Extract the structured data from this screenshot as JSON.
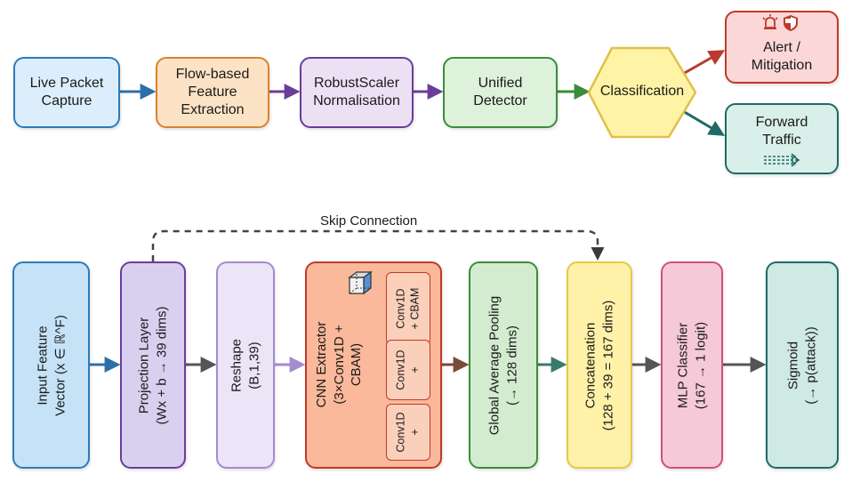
{
  "pipeline": {
    "live_capture": "Live Packet\nCapture",
    "feature_extraction": "Flow-based\nFeature\nExtraction",
    "normalisation": "RobustScaler\nNormalisation",
    "detector": "Unified\nDetector",
    "classification": "Classification",
    "alert": "Alert /\nMitigation",
    "forward": "Forward\nTraffic"
  },
  "model": {
    "skip_connection": "Skip Connection",
    "input": "Input Feature\nVector (x ∈ ℝ^F)",
    "projection": "Projection Layer\n(Wx + b → 39 dims)",
    "reshape": "Reshape\n(B,1,39)",
    "cnn": "CNN Extractor\n(3×Conv1D +\nCBAM)",
    "cnn_blocks": [
      "Conv1D\n+ CBAM",
      "Conv1D\n+",
      "Conv1D\n+"
    ],
    "gap": "Global Average Pooling\n(→ 128 dims)",
    "concat": "Concatenation\n(128 + 39 = 167 dims)",
    "mlp": "MLP Classifier\n(167 → 1 logit)",
    "sigmoid": "Sigmoid\n(→ p(attack))"
  },
  "icons": [
    "alarm-icon",
    "shield-icon",
    "cube-icon",
    "traffic-forward-icon"
  ],
  "colors": {
    "blue": "#2e7ab8",
    "orange": "#d9822b",
    "purple": "#6a3d9a",
    "green": "#3a8d3a",
    "yellow": "#e4c94a",
    "red": "#c0392b",
    "teal": "#1d6b63"
  }
}
